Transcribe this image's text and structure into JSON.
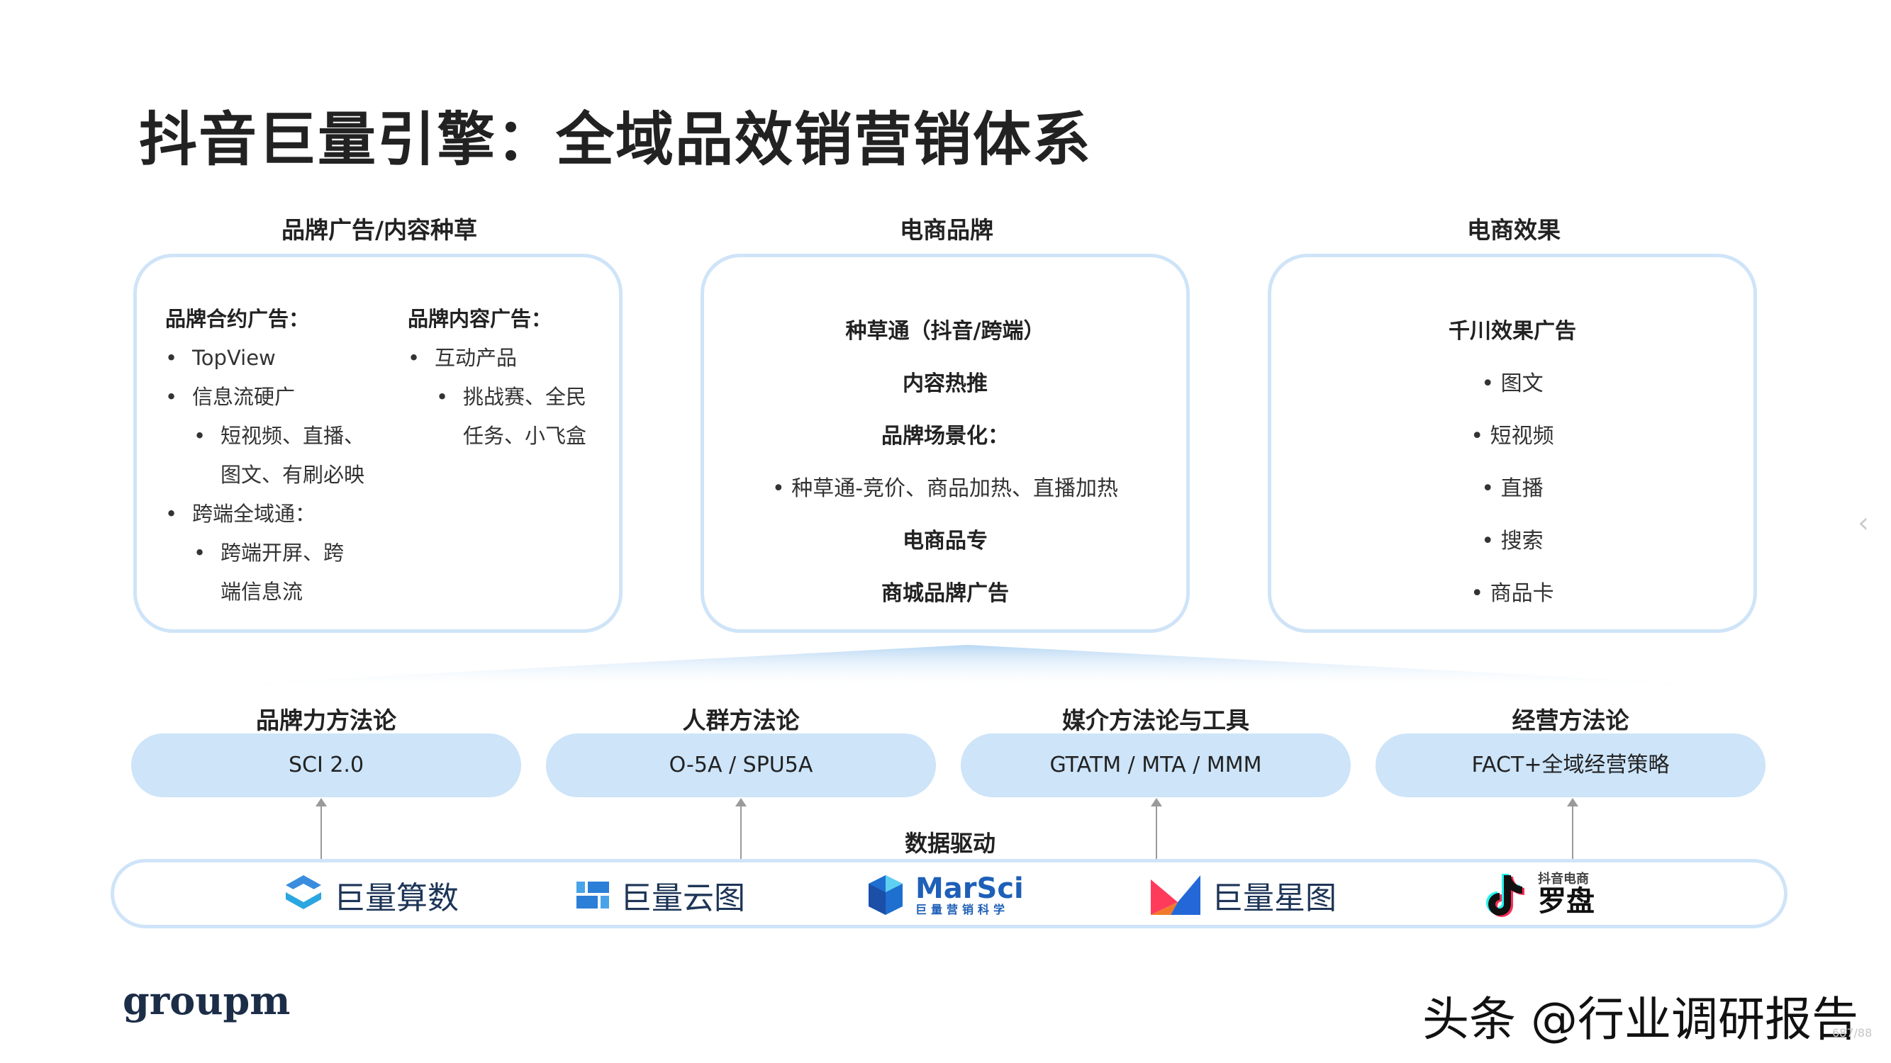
{
  "title": "抖音巨量引擎：全域品效销营销体系",
  "columns": [
    {
      "heading": "品牌广告/内容种草",
      "left": {
        "title": "品牌合约广告：",
        "items": [
          {
            "text": "TopView"
          },
          {
            "text": "信息流硬广"
          },
          {
            "sub1": "短视频、直播、",
            "sub2": "图文、有刷必映"
          },
          {
            "text": "跨端全域通："
          },
          {
            "sub1": "跨端开屏、跨",
            "sub2": "端信息流"
          }
        ]
      },
      "right": {
        "title": "品牌内容广告：",
        "item1": "互动产品",
        "sub1": "挑战赛、全民",
        "sub2": "任务、小飞盒"
      }
    },
    {
      "heading": "电商品牌",
      "lines": [
        "种草通（抖音/跨端）",
        "内容热推",
        "品牌场景化：",
        "种草通-竞价、商品加热、直播加热",
        "电商品专",
        "商城品牌广告"
      ]
    },
    {
      "heading": "电商效果",
      "title": "千川效果广告",
      "items": [
        "图文",
        "短视频",
        "直播",
        "搜索",
        "商品卡"
      ]
    }
  ],
  "methods": [
    {
      "label": "品牌力方法论",
      "pill": "SCI 2.0"
    },
    {
      "label": "人群方法论",
      "pill": "O-5A / SPU5A"
    },
    {
      "label": "媒介方法论与工具",
      "pill": "GTATM / MTA / MMM"
    },
    {
      "label": "经营方法论",
      "pill": "FACT+全域经营策略"
    }
  ],
  "data_drive": "数据驱动",
  "tools": [
    {
      "name": "巨量算数",
      "icon": "suanshu-logo-icon"
    },
    {
      "name": "巨量云图",
      "icon": "yuntu-logo-icon"
    },
    {
      "name": "MarSci",
      "sub": "巨量营销科学",
      "icon": "marsci-logo-icon"
    },
    {
      "name": "巨量星图",
      "icon": "xingtu-logo-icon"
    },
    {
      "name": "罗盘",
      "sub": "抖音电商",
      "icon": "douyin-logo-icon"
    }
  ],
  "footer": {
    "brand": "groupm",
    "watermark": "头条 @行业调研报告",
    "corner": "687/88"
  },
  "colors": {
    "panel_border": "#cfe4f8",
    "pill_fill": "#cde4f9",
    "text": "#222222",
    "douyin_red": "#fe2c55",
    "douyin_cyan": "#25f4ee"
  }
}
